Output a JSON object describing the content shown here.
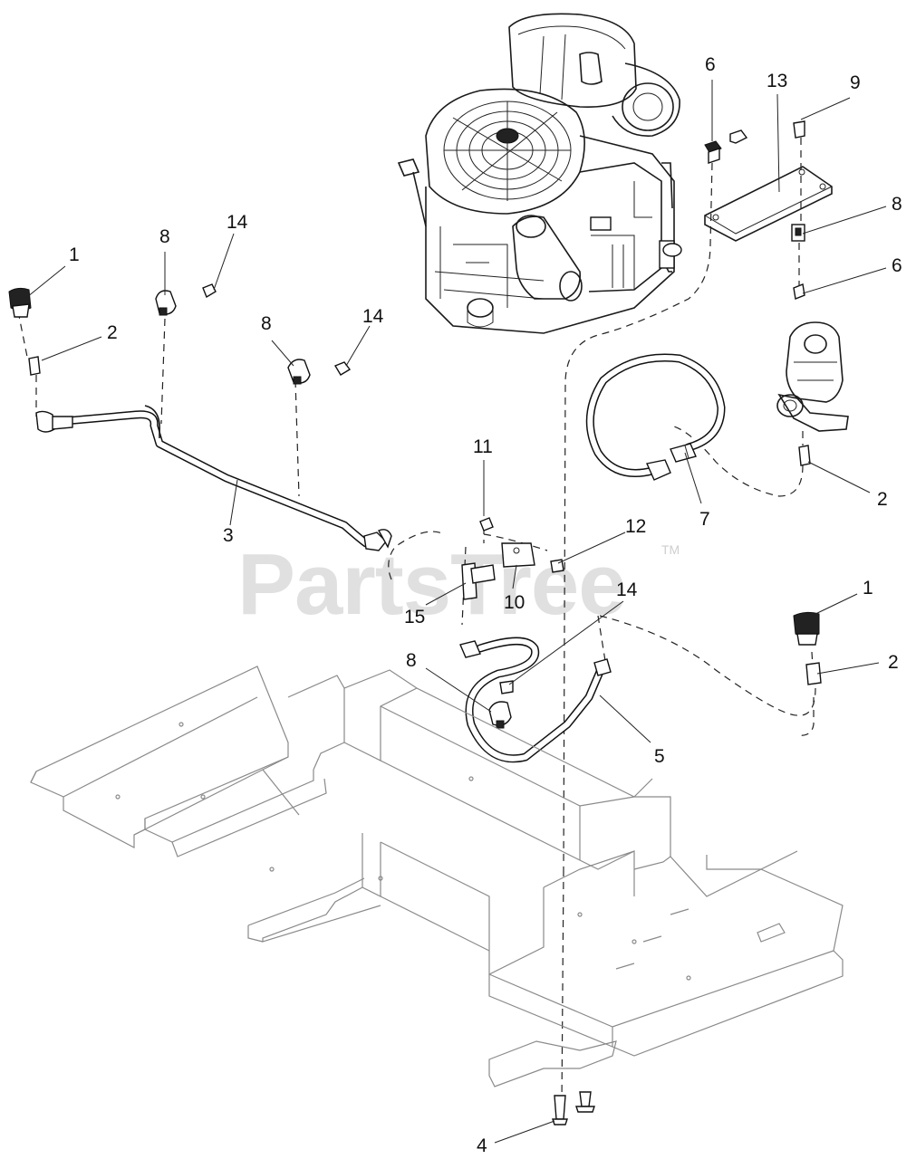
{
  "diagram": {
    "watermark": {
      "brand": "PartsTree",
      "trademark": "TM"
    },
    "callouts": [
      {
        "id": "c1a",
        "label": "1"
      },
      {
        "id": "c2a",
        "label": "2"
      },
      {
        "id": "c8a",
        "label": "8"
      },
      {
        "id": "c14a",
        "label": "14"
      },
      {
        "id": "c8b",
        "label": "8"
      },
      {
        "id": "c14b",
        "label": "14"
      },
      {
        "id": "c3",
        "label": "3"
      },
      {
        "id": "c6a",
        "label": "6"
      },
      {
        "id": "c13",
        "label": "13"
      },
      {
        "id": "c9",
        "label": "9"
      },
      {
        "id": "c8c",
        "label": "8"
      },
      {
        "id": "c6b",
        "label": "6"
      },
      {
        "id": "c2b",
        "label": "2"
      },
      {
        "id": "c7",
        "label": "7"
      },
      {
        "id": "c11",
        "label": "11"
      },
      {
        "id": "c12",
        "label": "12"
      },
      {
        "id": "c10",
        "label": "10"
      },
      {
        "id": "c15",
        "label": "15"
      },
      {
        "id": "c14c",
        "label": "14"
      },
      {
        "id": "c1b",
        "label": "1"
      },
      {
        "id": "c2c",
        "label": "2"
      },
      {
        "id": "c8d",
        "label": "8"
      },
      {
        "id": "c5",
        "label": "5"
      },
      {
        "id": "c4",
        "label": "4"
      }
    ]
  }
}
